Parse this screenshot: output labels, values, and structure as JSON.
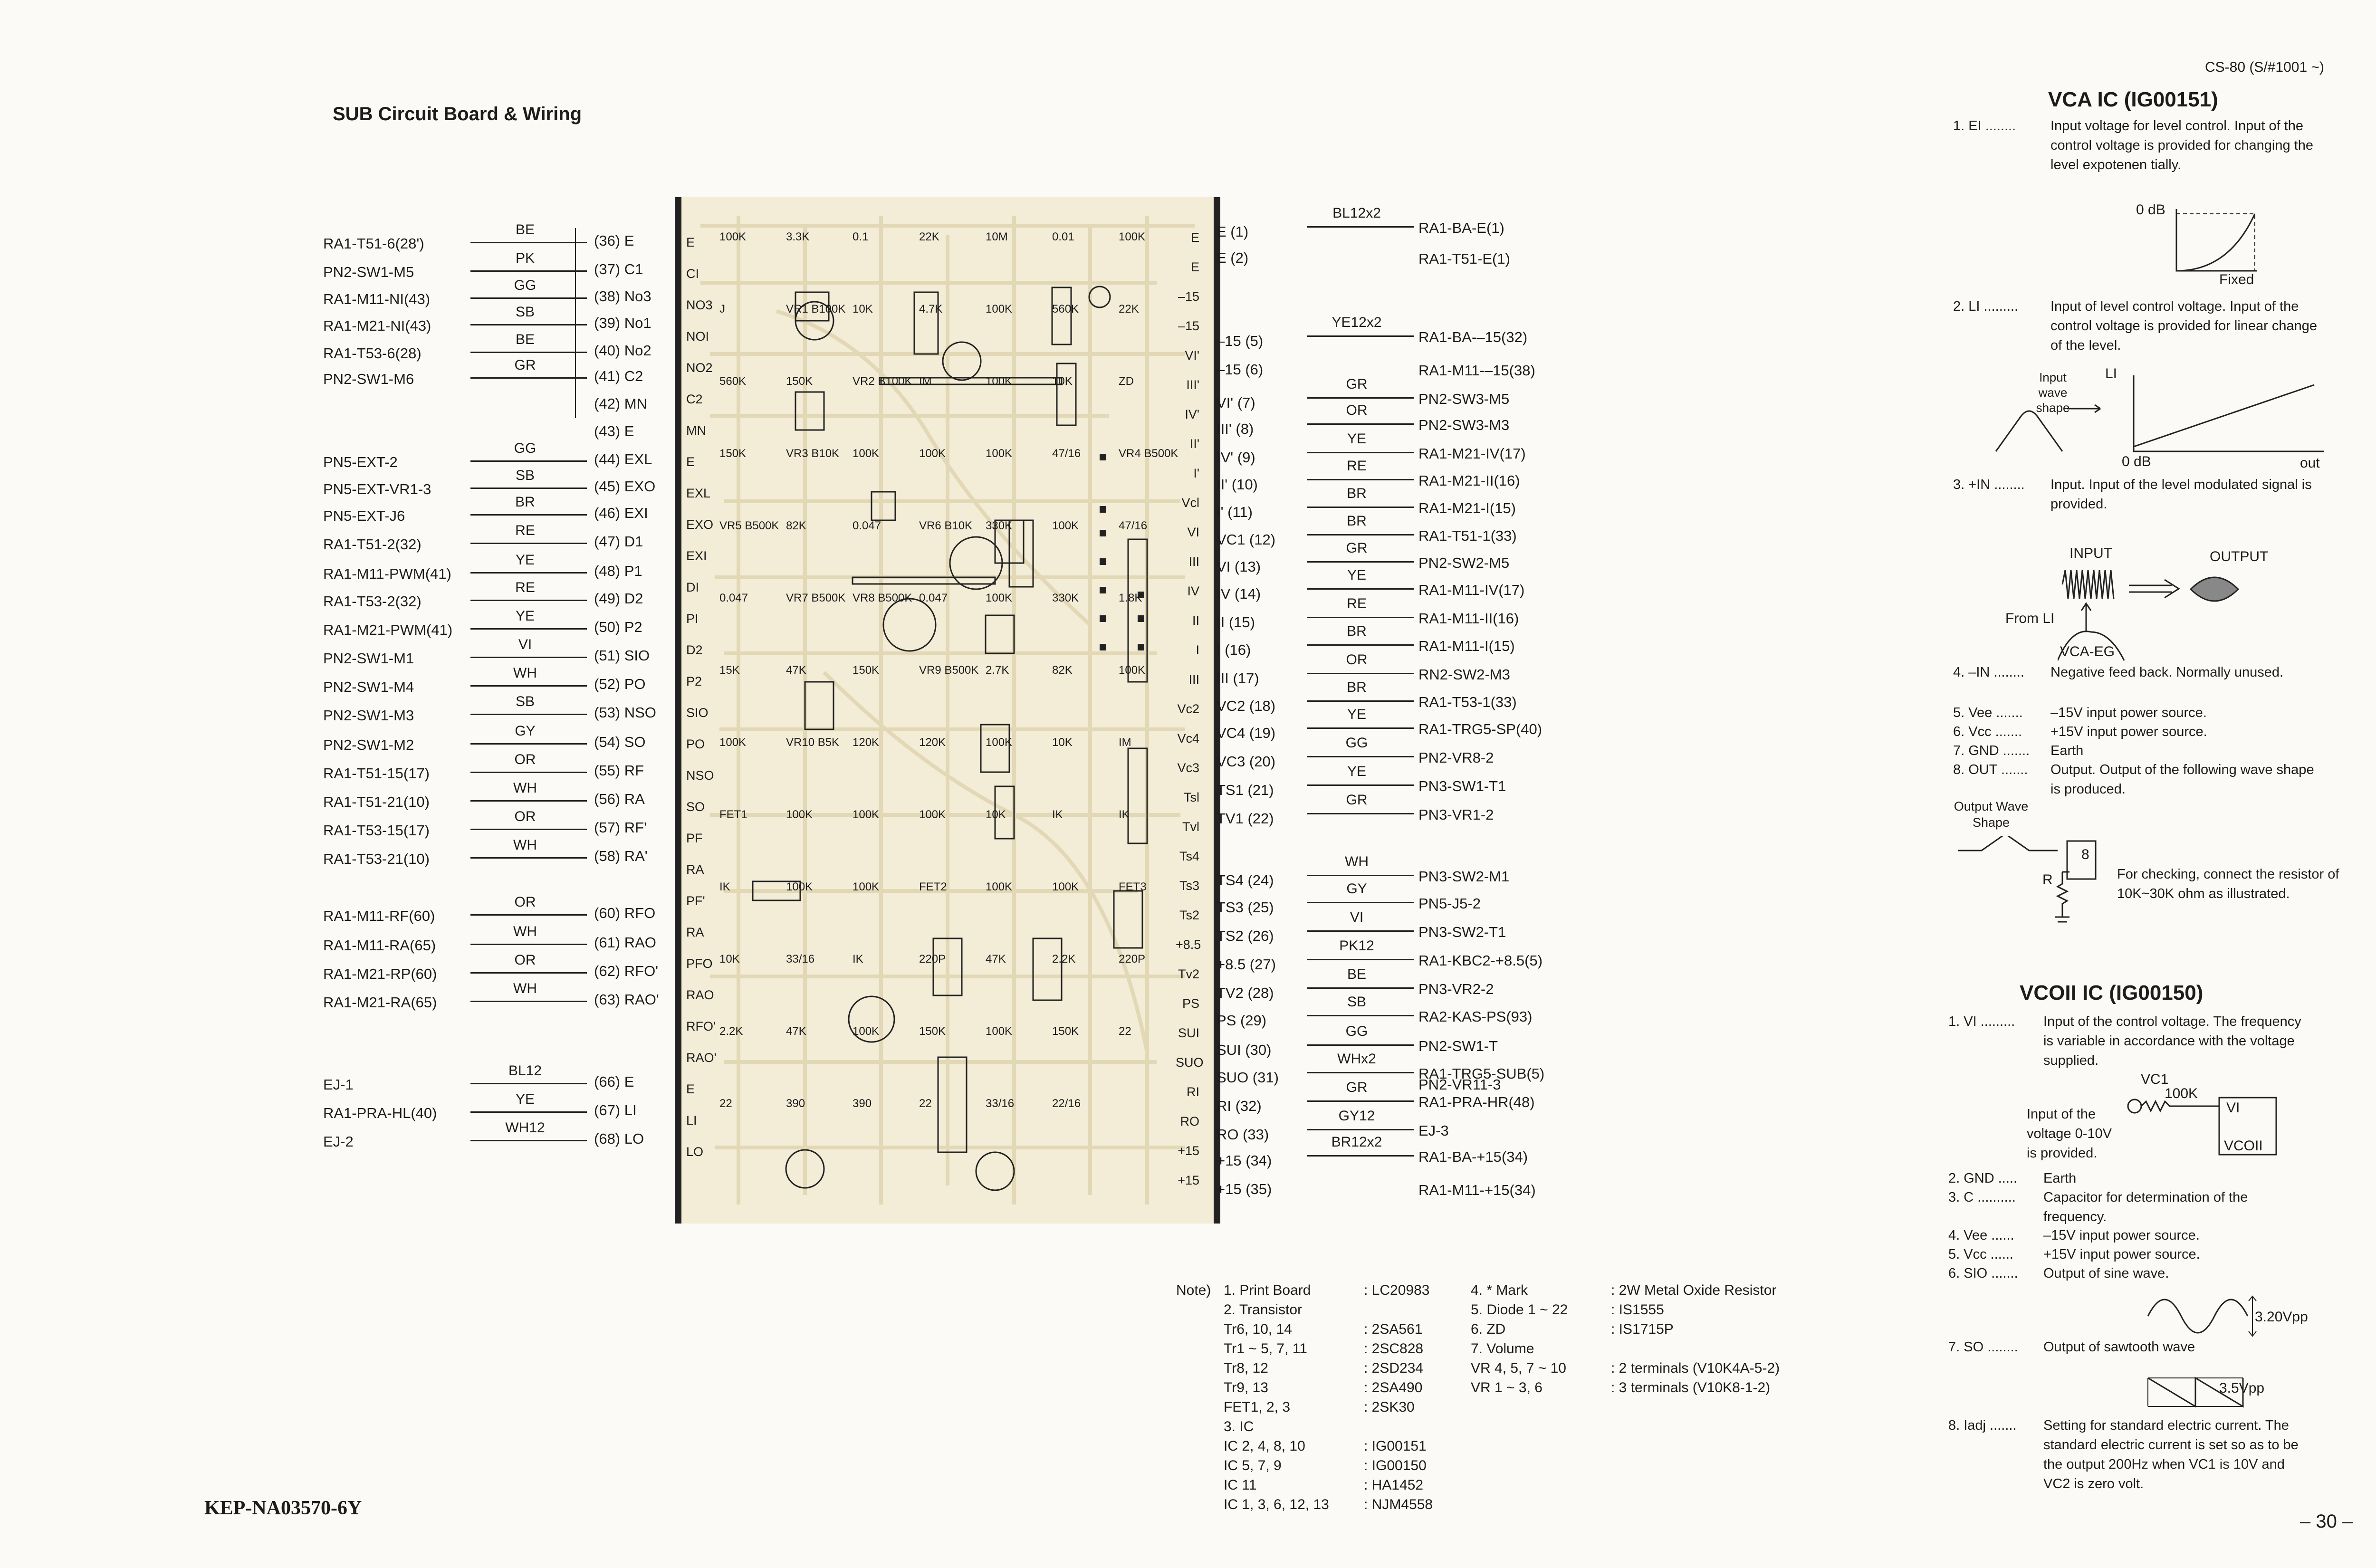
{
  "header": {
    "model": "CS-80 (S/#1001 ~)",
    "title": "SUB Circuit Board & Wiring",
    "doc_code": "KEP-NA03570-6Y",
    "page_number": "– 30 –"
  },
  "left_wiring": [
    {
      "dest": "RA1-T51-6(28')",
      "color": "BE",
      "term": "(36) E"
    },
    {
      "dest": "PN2-SW1-M5",
      "color": "PK",
      "term": "(37) C1"
    },
    {
      "dest": "RA1-M11-NI(43)",
      "color": "GG",
      "term": "(38) No3"
    },
    {
      "dest": "RA1-M21-NI(43)",
      "color": "SB",
      "term": "(39) No1"
    },
    {
      "dest": "RA1-T53-6(28)",
      "color": "BE",
      "term": "(40) No2"
    },
    {
      "dest": "PN2-SW1-M6",
      "color": "GR",
      "term": "(41) C2"
    },
    {
      "dest": "",
      "color": "",
      "term": "(42) MN"
    },
    {
      "dest": "",
      "color": "",
      "term": "(43) E"
    },
    {
      "dest": "PN5-EXT-2",
      "color": "GG",
      "term": "(44) EXL"
    },
    {
      "dest": "PN5-EXT-VR1-3",
      "color": "SB",
      "term": "(45) EXO"
    },
    {
      "dest": "PN5-EXT-J6",
      "color": "BR",
      "term": "(46) EXI"
    },
    {
      "dest": "RA1-T51-2(32)",
      "color": "RE",
      "term": "(47) D1"
    },
    {
      "dest": "RA1-M11-PWM(41)",
      "color": "YE",
      "term": "(48) P1"
    },
    {
      "dest": "RA1-T53-2(32)",
      "color": "RE",
      "term": "(49) D2"
    },
    {
      "dest": "RA1-M21-PWM(41)",
      "color": "YE",
      "term": "(50) P2"
    },
    {
      "dest": "PN2-SW1-M1",
      "color": "VI",
      "term": "(51) SIO"
    },
    {
      "dest": "PN2-SW1-M4",
      "color": "WH",
      "term": "(52) PO"
    },
    {
      "dest": "PN2-SW1-M3",
      "color": "SB",
      "term": "(53) NSO"
    },
    {
      "dest": "PN2-SW1-M2",
      "color": "GY",
      "term": "(54) SO"
    },
    {
      "dest": "RA1-T51-15(17)",
      "color": "OR",
      "term": "(55) RF"
    },
    {
      "dest": "RA1-T51-21(10)",
      "color": "WH",
      "term": "(56) RA"
    },
    {
      "dest": "RA1-T53-15(17)",
      "color": "OR",
      "term": "(57) RF'"
    },
    {
      "dest": "RA1-T53-21(10)",
      "color": "WH",
      "term": "(58) RA'"
    },
    {
      "dest": "RA1-M11-RF(60)",
      "color": "OR",
      "term": "(60) RFO"
    },
    {
      "dest": "RA1-M11-RA(65)",
      "color": "WH",
      "term": "(61) RAO"
    },
    {
      "dest": "RA1-M21-RP(60)",
      "color": "OR",
      "term": "(62) RFO'"
    },
    {
      "dest": "RA1-M21-RA(65)",
      "color": "WH",
      "term": "(63) RAO'"
    },
    {
      "dest": "EJ-1",
      "color": "BL12",
      "term": "(66) E"
    },
    {
      "dest": "RA1-PRA-HL(40)",
      "color": "YE",
      "term": "(67) LI"
    },
    {
      "dest": "EJ-2",
      "color": "WH12",
      "term": "(68) LO"
    }
  ],
  "right_wiring": [
    {
      "term": "E (1)",
      "color": "BL12x2",
      "dest": "RA1-BA-E(1)"
    },
    {
      "term": "E (2)",
      "color": "",
      "dest": "RA1-T51-E(1)"
    },
    {
      "term": "–15 (5)",
      "color": "YE12x2",
      "dest": "RA1-BA-–15(32)"
    },
    {
      "term": "–15 (6)",
      "color": "",
      "dest": "RA1-M11-–15(38)"
    },
    {
      "term": "VI' (7)",
      "color": "GR",
      "dest": "PN2-SW3-M5"
    },
    {
      "term": "III' (8)",
      "color": "OR",
      "dest": "PN2-SW3-M3"
    },
    {
      "term": "IV' (9)",
      "color": "YE",
      "dest": "RA1-M21-IV(17)"
    },
    {
      "term": "II' (10)",
      "color": "RE",
      "dest": "RA1-M21-II(16)"
    },
    {
      "term": "I' (11)",
      "color": "BR",
      "dest": "RA1-M21-I(15)"
    },
    {
      "term": "VC1 (12)",
      "color": "BR",
      "dest": "RA1-T51-1(33)"
    },
    {
      "term": "VI (13)",
      "color": "GR",
      "dest": "PN2-SW2-M5"
    },
    {
      "term": "IV (14)",
      "color": "YE",
      "dest": "RA1-M11-IV(17)"
    },
    {
      "term": "II (15)",
      "color": "RE",
      "dest": "RA1-M11-II(16)"
    },
    {
      "term": "I (16)",
      "color": "BR",
      "dest": "RA1-M11-I(15)"
    },
    {
      "term": "III (17)",
      "color": "OR",
      "dest": "RN2-SW2-M3"
    },
    {
      "term": "VC2 (18)",
      "color": "BR",
      "dest": "RA1-T53-1(33)"
    },
    {
      "term": "VC4 (19)",
      "color": "YE",
      "dest": "RA1-TRG5-SP(40)"
    },
    {
      "term": "VC3 (20)",
      "color": "GG",
      "dest": "PN2-VR8-2"
    },
    {
      "term": "TS1 (21)",
      "color": "YE",
      "dest": "PN3-SW1-T1"
    },
    {
      "term": "TV1 (22)",
      "color": "GR",
      "dest": "PN3-VR1-2"
    },
    {
      "term": "TS4 (24)",
      "color": "WH",
      "dest": "PN3-SW2-M1"
    },
    {
      "term": "TS3 (25)",
      "color": "GY",
      "dest": "PN5-J5-2"
    },
    {
      "term": "TS2 (26)",
      "color": "VI",
      "dest": "PN3-SW2-T1"
    },
    {
      "term": "+8.5 (27)",
      "color": "PK12",
      "dest": "RA1-KBC2-+8.5(5)"
    },
    {
      "term": "TV2 (28)",
      "color": "BE",
      "dest": "PN3-VR2-2"
    },
    {
      "term": "PS (29)",
      "color": "SB",
      "dest": "RA2-KAS-PS(93)"
    },
    {
      "term": "SUI (30)",
      "color": "GG",
      "dest": "PN2-SW1-T"
    },
    {
      "term": "SUO (31)",
      "color": "WHx2",
      "dest": "RA1-TRG5-SUB(5)"
    },
    {
      "term": "RI (32)",
      "color": "GR",
      "dest": "RA1-PRA-HR(48)"
    },
    {
      "term": "RO (33)",
      "color": "GY12",
      "dest": "EJ-3"
    },
    {
      "term": "+15 (34)",
      "color": "BR12x2",
      "dest": "RA1-BA-+15(34)"
    },
    {
      "term": "+15 (35)",
      "color": "",
      "dest": "RA1-M11-+15(34)"
    }
  ],
  "extra_dest": "PN2-VR11-3",
  "board": {
    "left_edge": [
      "E",
      "CI",
      "NO3",
      "NOI",
      "NO2",
      "C2",
      "MN",
      "E",
      "EXL",
      "EXO",
      "EXI",
      "DI",
      "PI",
      "D2",
      "P2",
      "SIO",
      "PO",
      "NSO",
      "SO",
      "PF",
      "RA",
      "PF'",
      "RA",
      "PFO",
      "RAO",
      "RFO'",
      "RAO'",
      "E",
      "LI",
      "LO"
    ],
    "right_edge": [
      "E",
      "E",
      "–15",
      "–15",
      "VI'",
      "III'",
      "IV'",
      "II'",
      "I'",
      "Vcl",
      "VI",
      "III",
      "IV",
      "II",
      "I",
      "III",
      "Vc2",
      "Vc4",
      "Vc3",
      "Tsl",
      "Tvl",
      "Ts4",
      "Ts3",
      "Ts2",
      "+8.5",
      "Tv2",
      "PS",
      "SUI",
      "SUO",
      "RI",
      "RO",
      "+15",
      "+15"
    ],
    "parts": [
      "100K",
      "3.3K",
      "0.1",
      "22K",
      "10M",
      "0.01",
      "100K",
      "J",
      "VR1 B100K",
      "10K",
      "4.7K",
      "100K",
      "560K",
      "22K",
      "560K",
      "150K",
      "VR2 B100K",
      "IM",
      "100K",
      "10K",
      "ZD",
      "150K",
      "VR3 B10K",
      "100K",
      "100K",
      "100K",
      "47/16",
      "VR4 B500K",
      "VR5 B500K",
      "82K",
      "0.047",
      "VR6 B10K",
      "330K",
      "100K",
      "47/16",
      "0.047",
      "VR7 B500K",
      "VR8 B500K",
      "0.047",
      "100K",
      "330K",
      "1.8K",
      "15K",
      "47K",
      "150K",
      "VR9 B500K",
      "2.7K",
      "82K",
      "100K",
      "100K",
      "VR10 B5K",
      "120K",
      "120K",
      "100K",
      "10K",
      "IM",
      "FET1",
      "100K",
      "100K",
      "100K",
      "10K",
      "IK",
      "IK",
      "IK",
      "100K",
      "100K",
      "FET2",
      "100K",
      "100K",
      "FET3",
      "10K",
      "33/16",
      "IK",
      "220P",
      "47K",
      "2.2K",
      "220P",
      "2.2K",
      "47K",
      "100K",
      "150K",
      "100K",
      "150K",
      "22",
      "22",
      "390",
      "390",
      "22",
      "33/16",
      "22/16"
    ]
  },
  "vca": {
    "title": "VCA   IC   (IG00151)",
    "items": [
      {
        "label": "1.  EI ........",
        "text": "Input voltage for level control. Input of the control voltage is provided for changing the level expotenen tially."
      },
      {
        "label": "2.  LI .........",
        "text": "Input of level control voltage. Input of the control voltage is provided for linear change of the level."
      },
      {
        "label": "3.  +IN ........",
        "text": "Input. Input of the level modulated signal is provided."
      },
      {
        "label": "4.  –IN ........",
        "text": "Negative feed back. Normally unused."
      },
      {
        "label": "5.  Vee .......",
        "text": "–15V input power source."
      },
      {
        "label": "6.  Vcc .......",
        "text": "+15V input power source."
      },
      {
        "label": "7.  GND .......",
        "text": "Earth"
      },
      {
        "label": "8.  OUT .......",
        "text": "Output. Output of the following wave shape is produced."
      }
    ],
    "graph1": {
      "y": "0 dB",
      "x": "Fixed"
    },
    "graph2": {
      "y": "LI",
      "x1": "0 dB",
      "x2": "out",
      "left": "Input wave shape"
    },
    "graph3": {
      "in": "INPUT",
      "out": "OUTPUT",
      "from": "From LI",
      "eg": "VCA-EG"
    },
    "out_shape": "Output Wave Shape",
    "check_note": "For checking, connect the resistor of 10K~30K ohm as illustrated.",
    "r_label": "R",
    "pin": "8"
  },
  "vco": {
    "title": "VCOII  IC  (IG00150)",
    "items": [
      {
        "label": "1.  VI .........",
        "text": "Input of the control voltage. The frequency is variable in accordance with the voltage supplied."
      },
      {
        "label": "2.  GND .....",
        "text": "Earth"
      },
      {
        "label": "3.  C ..........",
        "text": "Capacitor for determination of the frequency."
      },
      {
        "label": "4.  Vee ......",
        "text": "–15V input power source."
      },
      {
        "label": "5.  Vcc ......",
        "text": "+15V input power source."
      },
      {
        "label": "6.  SIO .......",
        "text": "Output of sine wave."
      },
      {
        "label": "7.  SO ........",
        "text": "Output of sawtooth wave"
      },
      {
        "label": "8.  Iadj .......",
        "text": "Setting for standard electric current. The standard electric current is set so as to be the output 200Hz when VC1 is 10V and VC2 is zero volt."
      }
    ],
    "vc1": "VC1",
    "pot": "100K",
    "input_note": "Input of the voltage 0-10V is provided.",
    "chip1": "VI",
    "chip2": "VCOII",
    "sine_amp": "3.20Vpp",
    "saw_amp": "3.5Vpp"
  },
  "notes": {
    "heading": "Note)",
    "left": [
      "1.  Print Board",
      "2.  Transistor",
      "      Tr6, 10, 14",
      "      Tr1 ~ 5, 7, 11",
      "      Tr8, 12",
      "      Tr9, 13",
      "      FET1, 2, 3",
      "3.  IC",
      "      IC 2, 4, 8, 10",
      "      IC 5, 7, 9",
      "      IC 11",
      "      IC 1, 3, 6, 12, 13"
    ],
    "left_vals": [
      ": LC20983",
      "",
      ": 2SA561",
      ": 2SC828",
      ": 2SD234",
      ": 2SA490",
      ": 2SK30",
      "",
      ": IG00151",
      ": IG00150",
      ": HA1452",
      ": NJM4558"
    ],
    "right": [
      "4.  * Mark",
      "5.  Diode 1 ~ 22",
      "6.  ZD",
      "7.  Volume",
      "      VR 4, 5, 7 ~ 10",
      "      VR 1 ~ 3, 6"
    ],
    "right_vals": [
      ": 2W Metal Oxide Resistor",
      ": IS1555",
      ": IS1715P",
      "",
      ": 2 terminals (V10K4A-5-2)",
      ": 3 terminals (V10K8-1-2)"
    ]
  }
}
